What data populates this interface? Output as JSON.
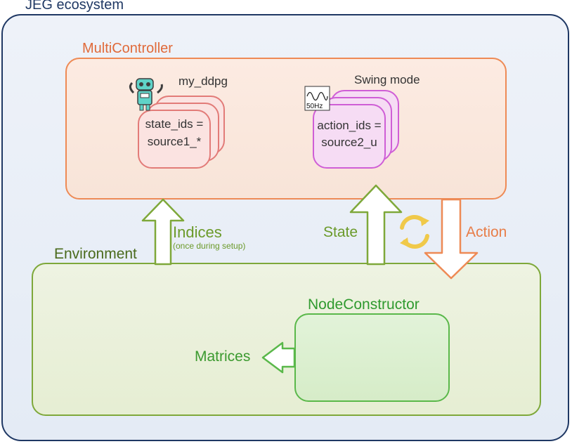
{
  "ecosystem": {
    "title": "JEG ecosystem"
  },
  "multi_controller": {
    "title": "MultiController",
    "agents": [
      {
        "name": "my_ddpg",
        "line1": "state_ids =",
        "line2": "source1_*"
      },
      {
        "name": "Swing mode",
        "line1": "action_ids =",
        "line2": "source2_u",
        "badge": "50Hz"
      }
    ]
  },
  "environment": {
    "title": "Environment"
  },
  "node_constructor": {
    "title": "NodeConstructor"
  },
  "flows": {
    "indices": "Indices",
    "indices_note": "(once during setup)",
    "state": "State",
    "action": "Action",
    "matrices": "Matrices"
  },
  "colors": {
    "ecosystem": "#1f3864",
    "multi_controller": "#ee8a55",
    "environment": "#7ea83a",
    "node_constructor": "#5ab84a",
    "agent_ddpg": "#e27b78",
    "agent_swing": "#cf5ed6",
    "flow_up": "#7ea83a",
    "flow_action": "#ee8a55",
    "cycle": "#f0c94a"
  },
  "icons": [
    "robot-icon",
    "sine-wave-icon",
    "cycle-arrows-icon"
  ]
}
